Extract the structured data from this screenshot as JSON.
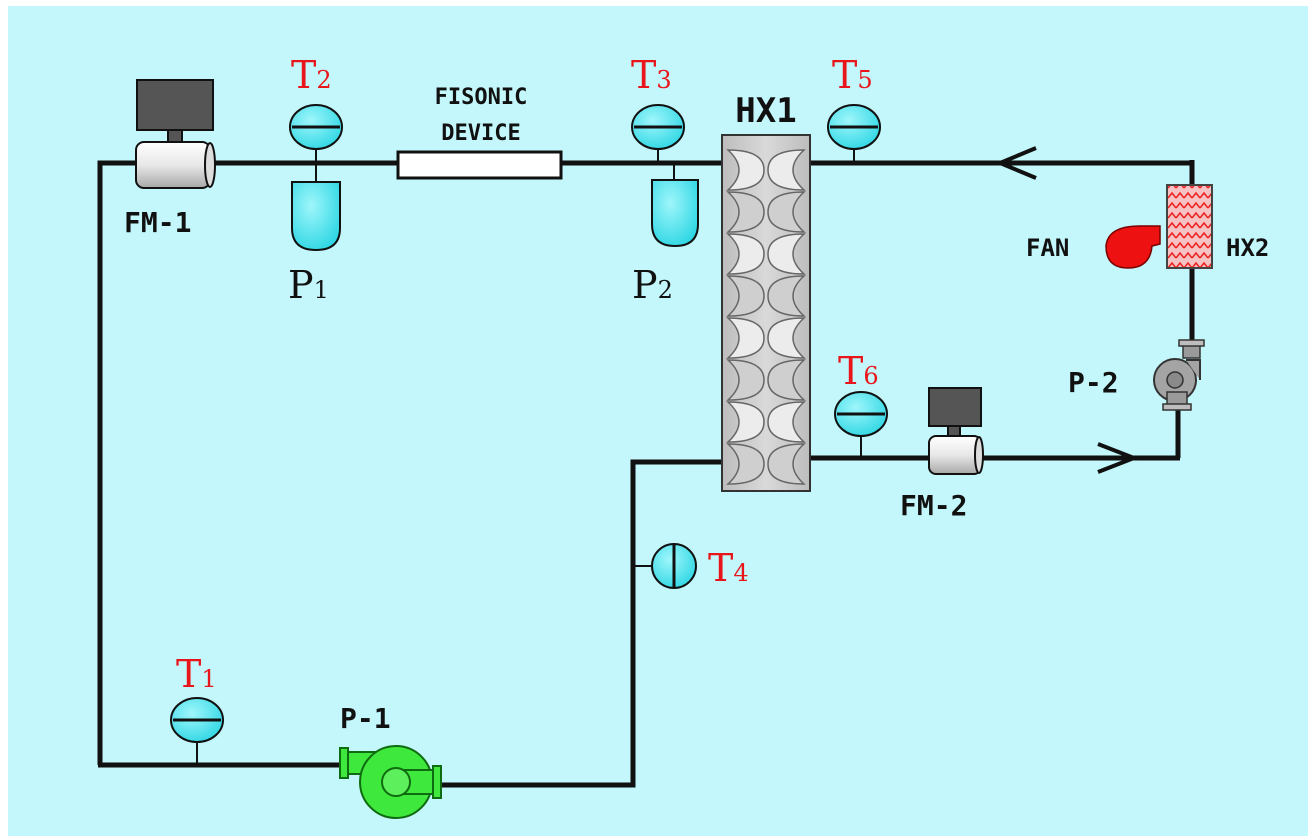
{
  "labels": {
    "fm1": "FM-1",
    "fm2": "FM-2",
    "fisonic_line1": "FISONIC",
    "fisonic_line2": "DEVICE",
    "hx1": "HX1",
    "hx2": "HX2",
    "fan": "FAN",
    "pump1": "P-1",
    "pump2": "P-2"
  },
  "sensors": {
    "t1": {
      "letter": "T",
      "sub": "1"
    },
    "t2": {
      "letter": "T",
      "sub": "2"
    },
    "t3": {
      "letter": "T",
      "sub": "3"
    },
    "t4": {
      "letter": "T",
      "sub": "4"
    },
    "t5": {
      "letter": "T",
      "sub": "5"
    },
    "t6": {
      "letter": "T",
      "sub": "6"
    },
    "p1": {
      "letter": "P",
      "sub": "1"
    },
    "p2": {
      "letter": "P",
      "sub": "2"
    }
  },
  "colors": {
    "background": "#c4f7fb",
    "pipe": "#111111",
    "sensor": "#3fe0ec",
    "pump_primary": "#3ee83c",
    "pump_secondary": "#a0a0a0",
    "fan": "#ee1111",
    "hx2": "#e83a3a",
    "temperature_label": "#e8161b"
  }
}
